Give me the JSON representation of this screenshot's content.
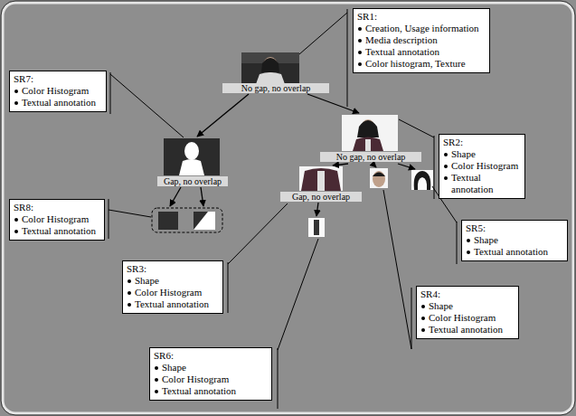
{
  "diagram": {
    "nodes": [
      {
        "text": [
          "SR1:",
          "Creation, Usage information",
          "Media description",
          "Textual annotation",
          "Color histogram, Texture"
        ]
      },
      {
        "text": [
          "No gap, no overlap"
        ]
      },
      {
        "text": [
          "SR7:",
          "Color Histogram",
          "Textual annotation"
        ]
      },
      {
        "text": [
          "Gap, no overlap"
        ]
      },
      {
        "text": [
          "SR2:",
          "Shape",
          "Color Histogram",
          "Textual annotation"
        ]
      },
      {
        "text": [
          "No gap, no overlap"
        ]
      },
      {
        "text": [
          "SR8:",
          "Color Histogram",
          "Textual annotation"
        ]
      },
      {
        "text": [
          "SR5:",
          "Shape",
          "Textual annotation"
        ]
      },
      {
        "text": [
          "SR3:",
          "Shape",
          "Color Histogram",
          "Textual annotation"
        ]
      },
      {
        "text": [
          "Gap, no overlap"
        ]
      },
      {
        "text": [
          "SR4:",
          "Shape",
          "Color Histogram",
          "Textual annotation"
        ]
      },
      {
        "text": [
          "SR6:",
          "Shape",
          "Color Histogram",
          "Textual annotation"
        ]
      }
    ]
  }
}
